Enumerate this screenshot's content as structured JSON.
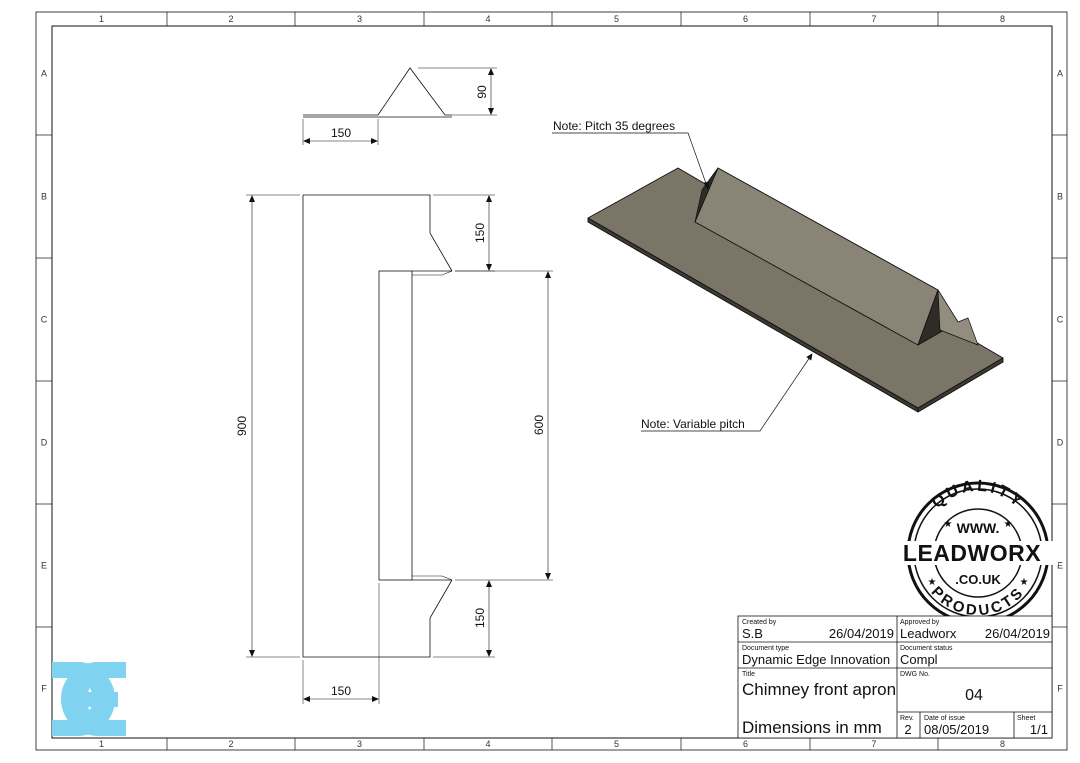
{
  "grid": {
    "columns": [
      "1",
      "2",
      "3",
      "4",
      "5",
      "6",
      "7",
      "8"
    ],
    "rows": [
      "A",
      "B",
      "C",
      "D",
      "E",
      "F"
    ]
  },
  "dimensions": {
    "top_height": "90",
    "top_width": "150",
    "overall_height": "900",
    "notch_top": "150",
    "inner_height": "600",
    "notch_bottom": "150",
    "bottom_width": "150"
  },
  "notes": {
    "pitch": "Note: Pitch 35 degrees",
    "variable": "Note: Variable pitch"
  },
  "logo": {
    "top_text": "QUALITY",
    "www": "WWW.",
    "brand": "LEADWORX",
    "domain": ".CO.UK",
    "bottom_text": "PRODUCTS"
  },
  "title_block": {
    "created_by_label": "Created by",
    "created_by": "S.B",
    "created_date": "26/04/2019",
    "approved_by_label": "Approved by",
    "approved_by": "Leadworx",
    "approved_date": "26/04/2019",
    "doc_type_label": "Document type",
    "doc_type": "Dynamic Edge Innovation",
    "doc_status_label": "Document status",
    "doc_status": "Compl",
    "title_label": "Title",
    "title": "Chimney front apron",
    "subtitle": "Dimensions in mm",
    "dwg_label": "DWG No.",
    "dwg_no": "04",
    "rev_label": "Rev.",
    "rev": "2",
    "issue_label": "Date of issue",
    "issue_date": "08/05/2019",
    "sheet_label": "Sheet",
    "sheet": "1/1"
  },
  "colors": {
    "line": "#111111",
    "apron_face": "#7b7568",
    "apron_dark": "#3d3a33",
    "apron_light": "#938d80",
    "de_logo": "#7fd3f0"
  }
}
